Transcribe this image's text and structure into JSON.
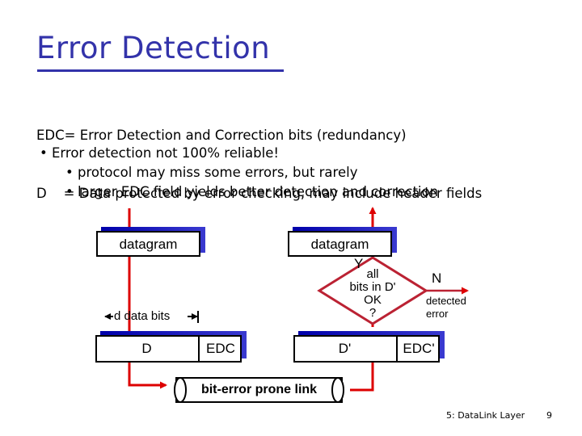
{
  "slide": {
    "title": "Error Detection",
    "title_color": "#3333aa",
    "definitions": [
      "EDC= Error Detection and Correction bits (redundancy)",
      "D    = Data protected by error checking, may include header fields"
    ],
    "bullets": [
      {
        "level": 1,
        "text": "• Error detection not 100% reliable!"
      },
      {
        "level": 2,
        "text": "• protocol may miss some errors, but rarely"
      },
      {
        "level": 2,
        "text": "• larger EDC field yields better detection and correction"
      }
    ]
  },
  "diagram": {
    "line_color": "#dd0000",
    "diamond_color": "#bb2233",
    "shadow_color": "#0000aa",
    "sender": {
      "datagram_label": "datagram",
      "measure_label": "d data bits",
      "data_field": "D",
      "edc_field": "EDC"
    },
    "receiver": {
      "datagram_label": "datagram",
      "yes_label": "Y",
      "no_label": "N",
      "decision_lines": [
        "all",
        "bits in D'",
        "OK",
        "?"
      ],
      "error_lines": [
        "detected",
        "error"
      ],
      "data_field": "D'",
      "edc_field": "EDC'"
    },
    "link_label": "bit-error prone link"
  },
  "footer": {
    "section": "5: DataLink Layer",
    "page": "9"
  }
}
